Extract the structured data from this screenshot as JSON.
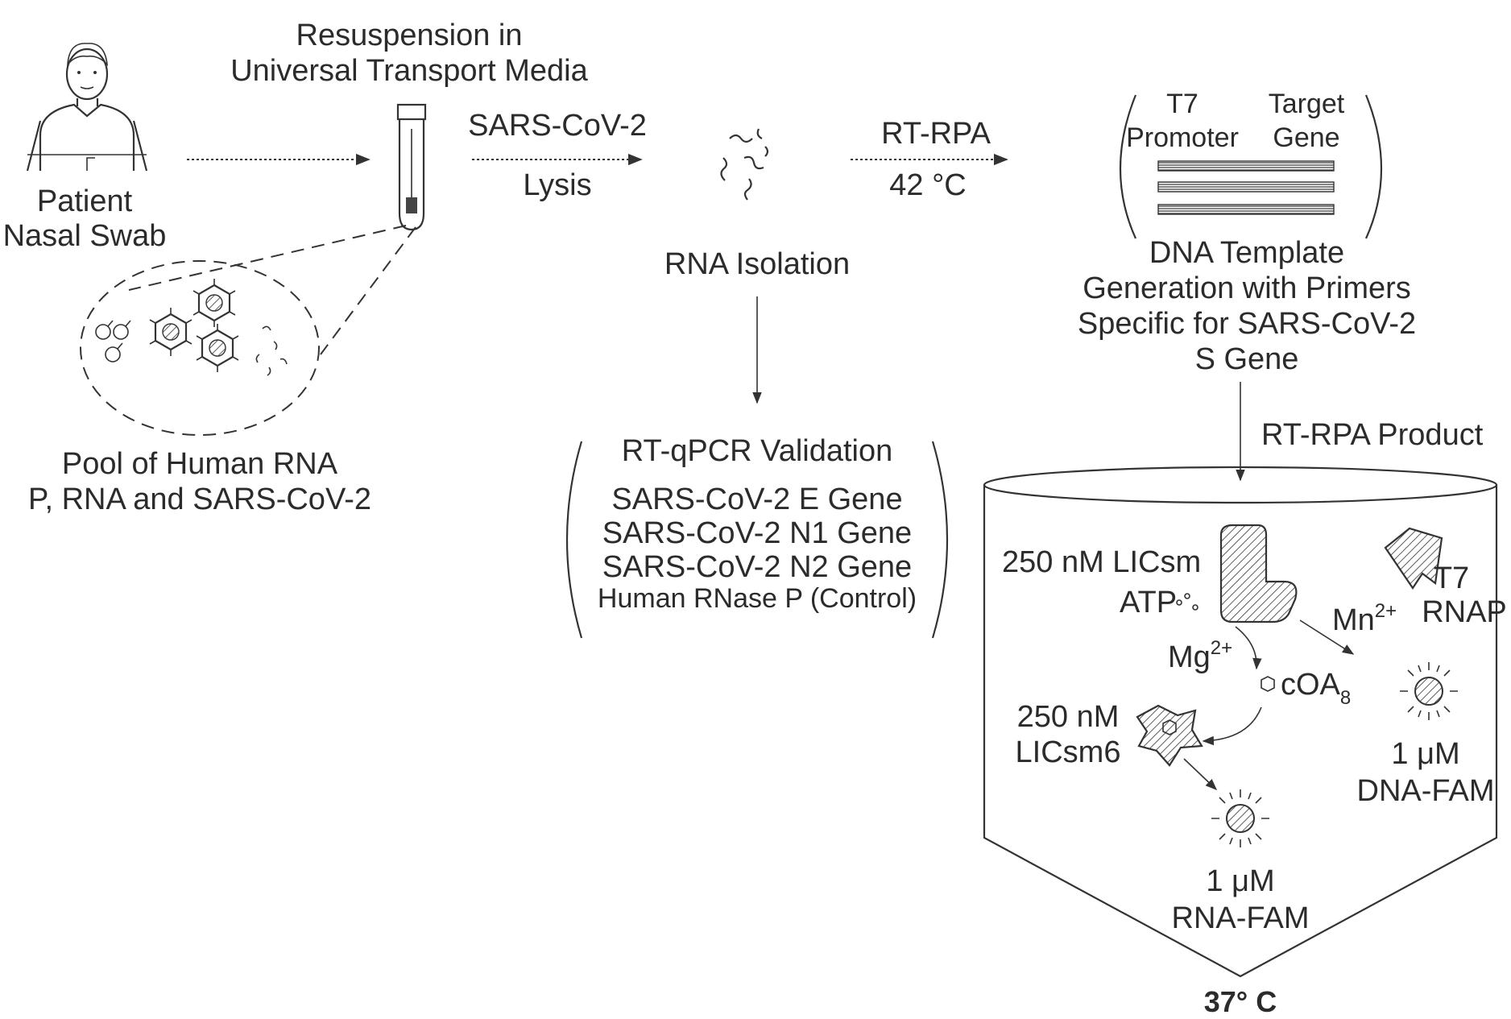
{
  "labels": {
    "patient_line1": "Patient",
    "patient_line2": "Nasal Swab",
    "resuspension_line1": "Resuspension in",
    "resuspension_line2": "Universal Transport Media",
    "pool_line1": "Pool of Human RNA",
    "pool_line2": "P, RNA and SARS-CoV-2",
    "lysis_top": "SARS-CoV-2",
    "lysis_bottom": "Lysis",
    "rna_isolation": "RNA Isolation",
    "rtrpa_top": "RT-RPA",
    "rtrpa_bottom": "42 °C",
    "t7_promoter_line1": "T7",
    "t7_promoter_line2": "Promoter",
    "target_gene_line1": "Target",
    "target_gene_line2": "Gene",
    "dna_template_line1": "DNA Template",
    "dna_template_line2": "Generation with Primers",
    "dna_template_line3": "Specific for SARS-CoV-2",
    "dna_template_line4": "S Gene",
    "rtrpa_product": "RT-RPA Product",
    "temp_37": "37° C"
  },
  "validation": {
    "title": "RT-qPCR Validation",
    "genes": [
      "SARS-CoV-2 E Gene",
      "SARS-CoV-2 N1 Gene",
      "SARS-CoV-2 N2 Gene",
      "Human RNase P (Control)"
    ]
  },
  "reaction": {
    "licsm_top": "250 nM LICsm",
    "atp": "ATP",
    "t7_line1": "T7",
    "t7_line2": "RNAP",
    "mn_base": "Mn",
    "mn_sup": "2+",
    "mg_base": "Mg",
    "mg_sup": "2+",
    "coa_base": "cOA",
    "coa_sub": "8",
    "licsm6_line1": "250 nM",
    "licsm6_line2": "LICsm6",
    "dna_fam_line1": "1 μM",
    "dna_fam_line2": "DNA-FAM",
    "rna_fam_line1": "1 μM",
    "rna_fam_line2": "RNA-FAM"
  }
}
